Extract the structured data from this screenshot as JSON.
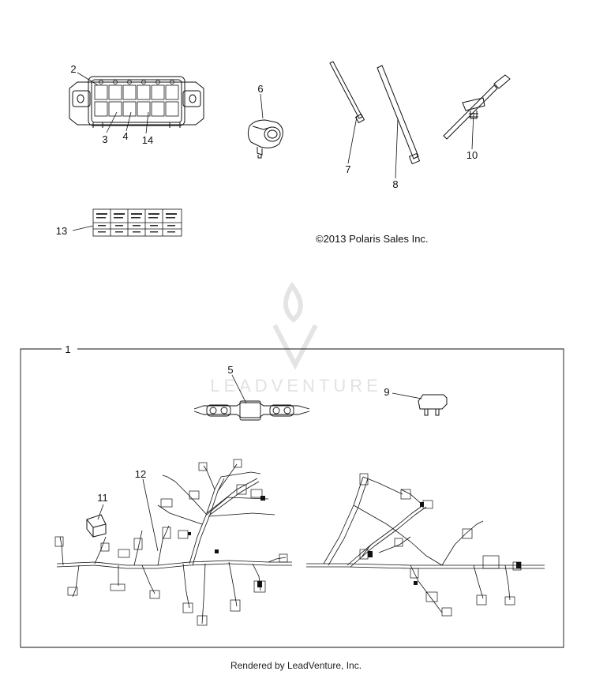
{
  "callouts": {
    "c1": "1",
    "c2": "2",
    "c3": "3",
    "c4": "4",
    "c5": "5",
    "c6": "6",
    "c7": "7",
    "c8": "8",
    "c9": "9",
    "c10": "10",
    "c11": "11",
    "c12": "12",
    "c13": "13",
    "c14": "14"
  },
  "copyright": "©2013 Polaris Sales Inc.",
  "watermark": "LEADVENTURE",
  "footer": "Rendered by LeadVenture, Inc."
}
